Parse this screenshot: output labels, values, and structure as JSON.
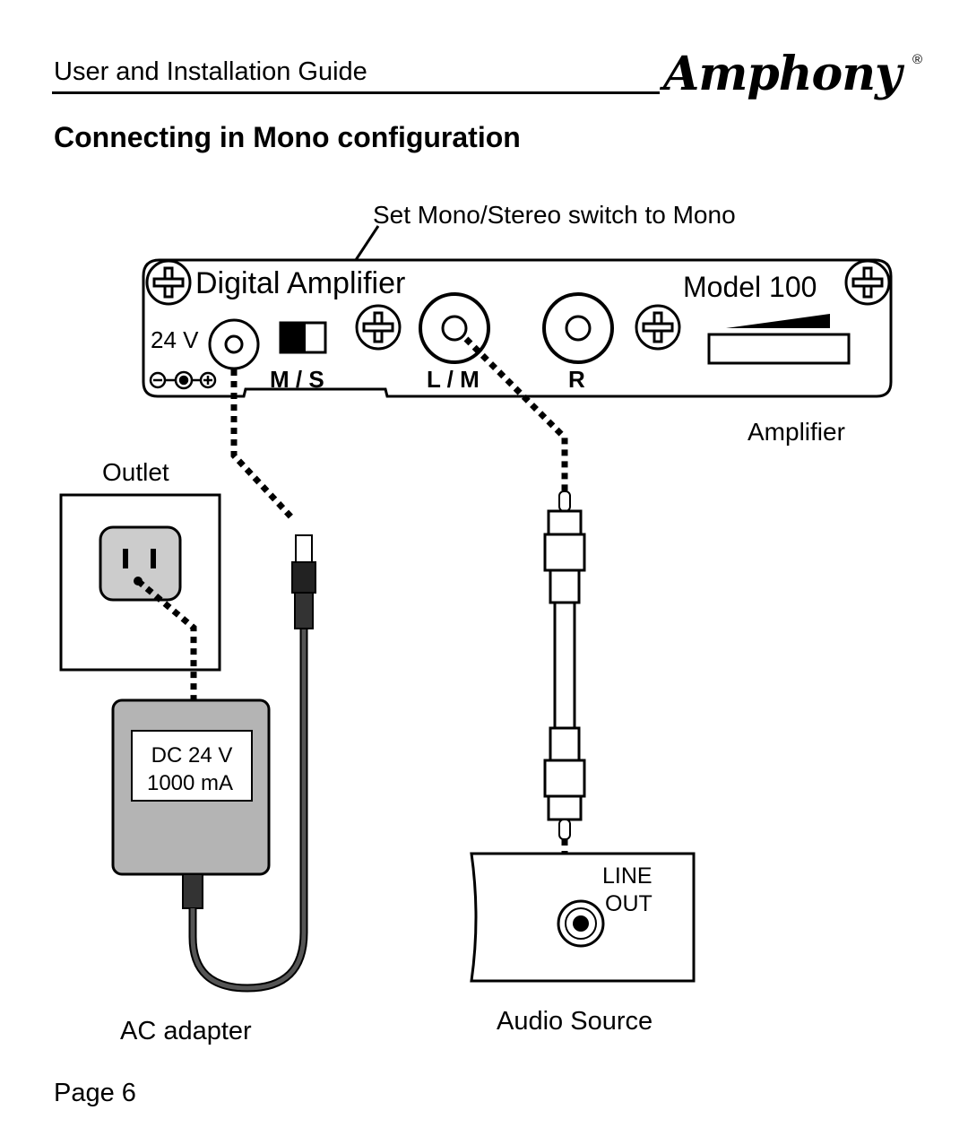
{
  "header": {
    "guide_title": "User and Installation Guide",
    "brand": "Amphony",
    "registered_mark": "®"
  },
  "section_title": "Connecting in Mono configuration",
  "diagram": {
    "switch_instruction": "Set Mono/Stereo switch to Mono",
    "amplifier": {
      "panel_left_label": "Digital Amplifier",
      "panel_right_label": "Model 100",
      "power_label": "24 V",
      "switch_label": "M / S",
      "left_jack_label": "L / M",
      "right_jack_label": "R",
      "caption": "Amplifier"
    },
    "outlet": {
      "caption": "Outlet"
    },
    "adapter": {
      "rating_line1": "DC 24 V",
      "rating_line2": "1000 mA",
      "caption": "AC adapter"
    },
    "source": {
      "jack_line1": "LINE",
      "jack_line2": "OUT",
      "caption": "Audio Source"
    }
  },
  "footer": {
    "page": "Page 6"
  },
  "colors": {
    "adapter_fill": "#b4b4b4",
    "cable": "#555555",
    "outlet_fill": "#cccccc"
  }
}
